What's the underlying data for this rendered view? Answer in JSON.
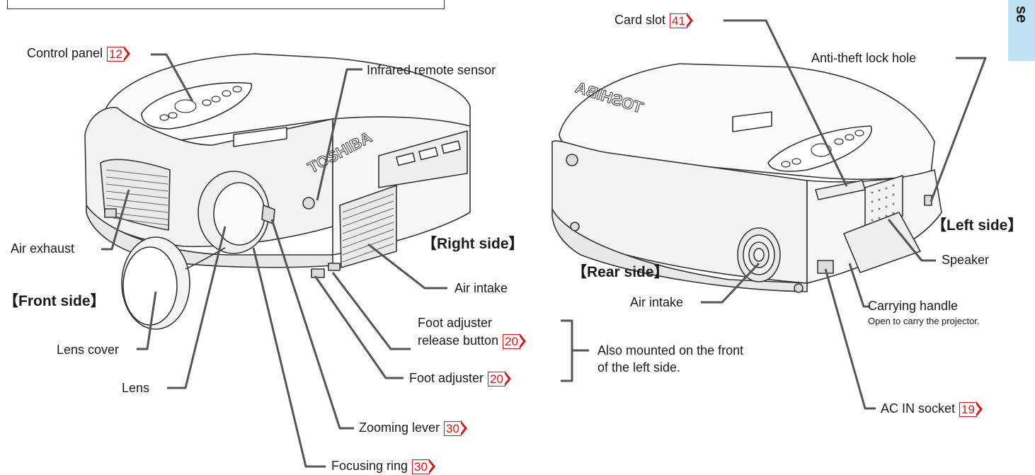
{
  "tab_text": "se",
  "labels": {
    "control_panel": "Control panel",
    "infrared": "Infrared remote sensor",
    "card_slot": "Card slot",
    "anti_theft": "Anti-theft lock hole",
    "air_exhaust": "Air exhaust",
    "right_side": "【Right side】",
    "front_side": "【Front side】",
    "rear_side": "【Rear side】",
    "left_side": "【Left side】",
    "air_intake_right": "Air intake",
    "air_intake_rear": "Air intake",
    "speaker": "Speaker",
    "carrying_handle": "Carrying handle",
    "carrying_note": "Open to carry the projector.",
    "foot_adjuster_release_1": "Foot adjuster",
    "foot_adjuster_release_2": "release button",
    "foot_adjuster": "Foot adjuster",
    "also_mounted_1": "Also mounted on the front",
    "also_mounted_2": "of the left side.",
    "lens_cover": "Lens cover",
    "lens": "Lens",
    "zooming_lever": "Zooming lever",
    "focusing_ring": "Focusing ring",
    "ac_in": "AC IN socket"
  },
  "refs": {
    "control_panel": "12",
    "card_slot": "41",
    "foot_adjuster_release": "20",
    "foot_adjuster": "20",
    "zooming_lever": "30",
    "focusing_ring": "30",
    "ac_in": "19"
  },
  "brand": "TOSHIBA",
  "colors": {
    "ref_red": "#d8141c",
    "tab_blue": "#bfe3f4",
    "leader": "#555555"
  }
}
